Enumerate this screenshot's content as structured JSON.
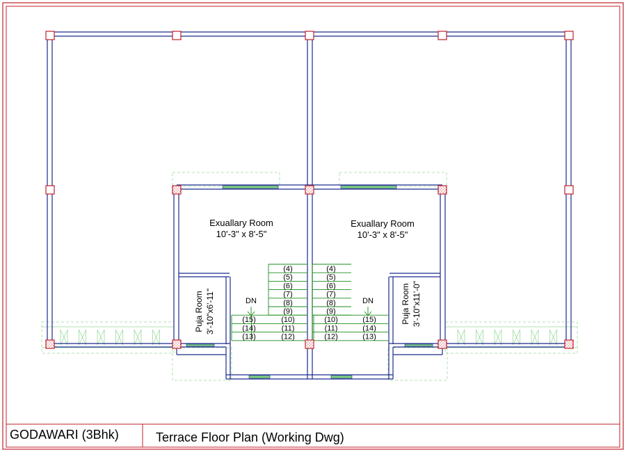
{
  "colors": {
    "frame": "#c0202a",
    "wall": "#1a2a8c",
    "wall_fill": "#ffffff",
    "column": "#c0202a",
    "stair": "#1a8c1a",
    "window": "#7fd17f",
    "dashed": "#9ad99a"
  },
  "rooms": [
    {
      "name": "Exuallary Room",
      "size": "10'-3\" x 8'-5\""
    },
    {
      "name": "Exuallary Room",
      "size": "10'-3\" x 8'-5\""
    }
  ],
  "puja": [
    {
      "name": "Puja Room",
      "size": "3'-10\"x6'-11\""
    },
    {
      "name": "Puja Room",
      "size": "3'-10\"x11'-0\""
    }
  ],
  "stairs": {
    "dn_label": "DN",
    "left_inner": [
      "(4)",
      "(5)",
      "(6)",
      "(7)",
      "(8)",
      "(9)",
      "(10)",
      "(11)",
      "(12)"
    ],
    "left_outer": [
      "(15)",
      "(14)",
      "(13)"
    ],
    "right_inner": [
      "(4)",
      "(5)",
      "(6)",
      "(7)",
      "(8)",
      "(9)",
      "(10)",
      "(11)",
      "(12)"
    ],
    "right_outer": [
      "(15)",
      "(14)",
      "(13)"
    ]
  },
  "title_block": {
    "project": "GODAWARI (3Bhk)",
    "drawing": "Terrace Floor Plan (Working Dwg)"
  }
}
